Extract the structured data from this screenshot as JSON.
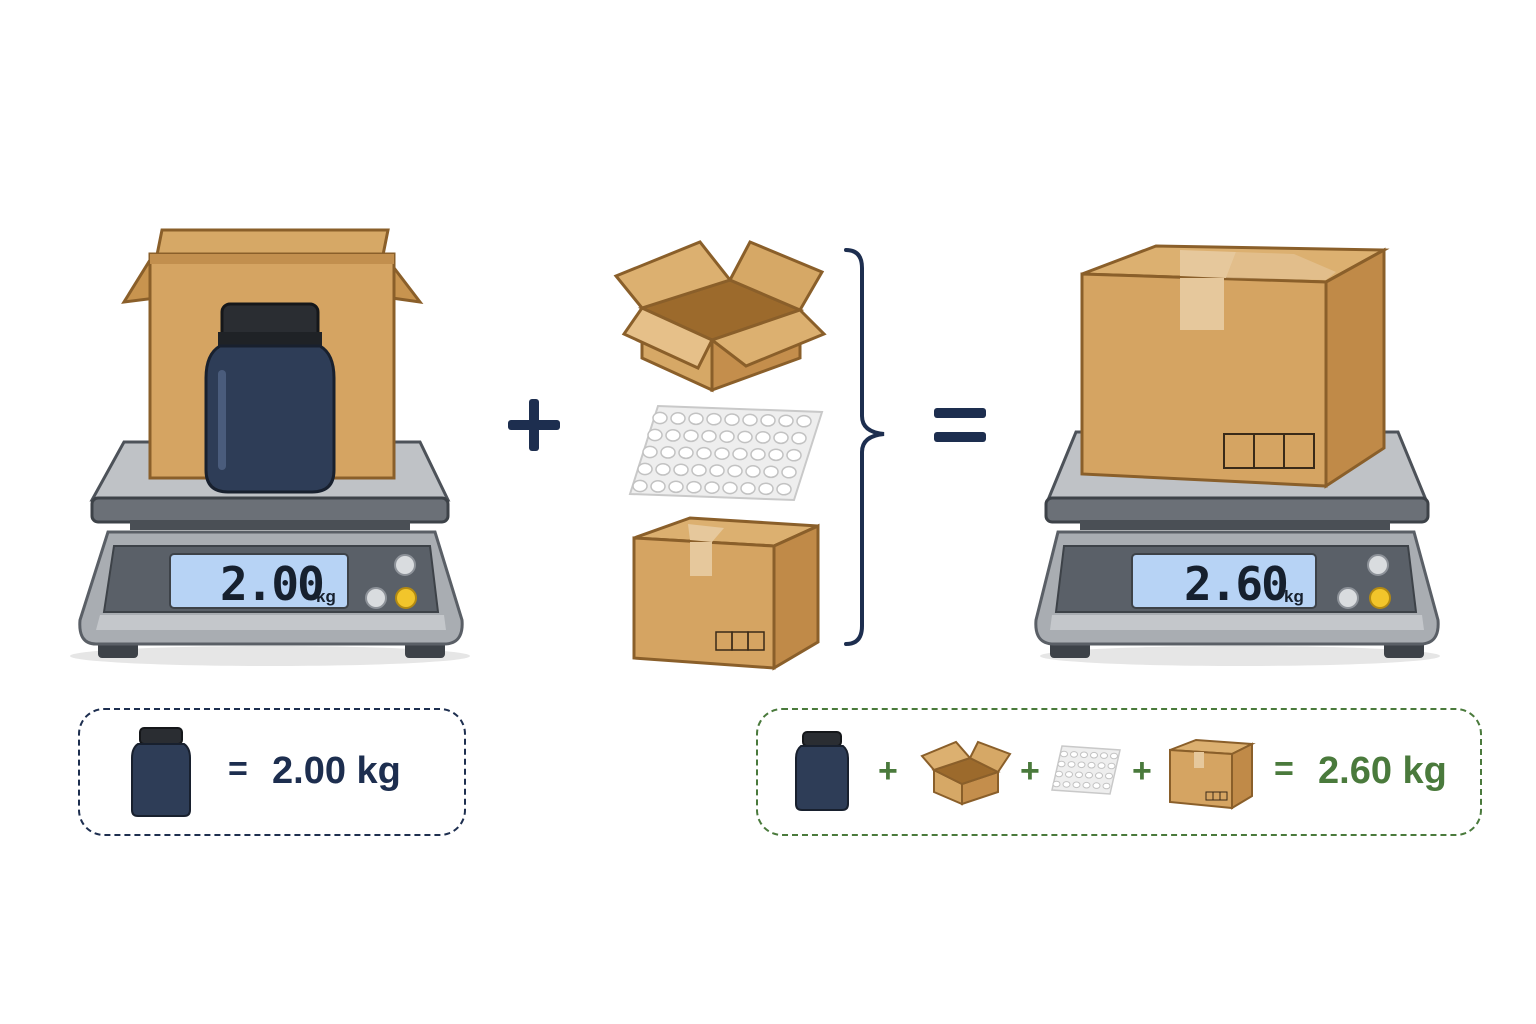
{
  "left_scale": {
    "reading": "2.00",
    "unit": "kg"
  },
  "right_scale": {
    "reading": "2.60",
    "unit": "kg"
  },
  "operators": {
    "plus": "+",
    "equals": "="
  },
  "legend_left": {
    "equals": "=",
    "value": "2.00 kg"
  },
  "legend_right": {
    "plus": "+",
    "equals": "=",
    "value": "2.60 kg"
  },
  "colors": {
    "navy": "#1d2e4f",
    "green": "#4a7a3c",
    "cardboard": "#d2a564",
    "jar": "#2e3d57",
    "lcd": "#b7d3f5",
    "scale_body": "#a9adb2",
    "yellow_button": "#f2c52b"
  },
  "icons": [
    "jar-icon",
    "open-box-icon",
    "bubble-wrap-icon",
    "sealed-box-icon",
    "brace-icon",
    "scale-icon"
  ]
}
